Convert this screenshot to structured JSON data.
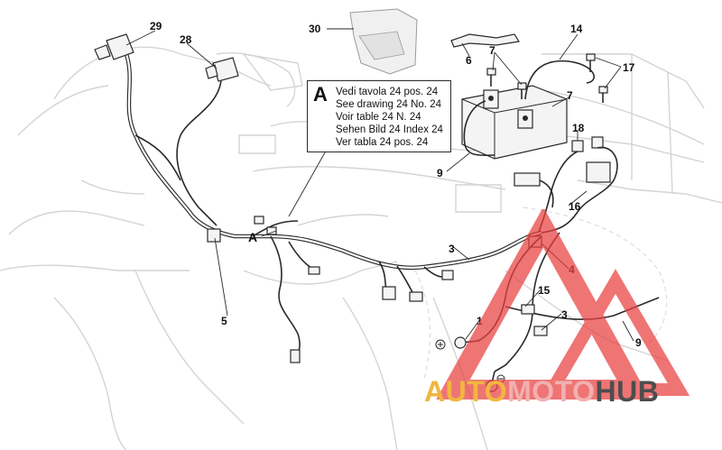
{
  "callouts": {
    "c29": "29",
    "c28": "28",
    "c30": "30",
    "c14": "14",
    "c6": "6",
    "c7a": "7",
    "c17": "17",
    "c7b": "7",
    "c18": "18",
    "c9a": "9",
    "c16": "16",
    "c3a": "3",
    "cA": "A",
    "c5": "5",
    "c4": "4",
    "c15": "15",
    "c3b": "3",
    "c1": "1",
    "c9b": "9"
  },
  "note": {
    "letter": "A",
    "lines": [
      "Vedi tavola 24 pos. 24",
      "See drawing 24 No. 24",
      "Voir table 24 N. 24",
      "Sehen Bild 24 Index 24",
      "Ver tabla 24 pos. 24"
    ]
  },
  "watermark": {
    "auto": "AUTO",
    "moto": "MOTO",
    "hub": "HUB",
    "colors": {
      "auto": "#f1b640",
      "moto": "#f2b0b0",
      "hub": "#4d4d4d",
      "triangle": "#e94040"
    }
  }
}
